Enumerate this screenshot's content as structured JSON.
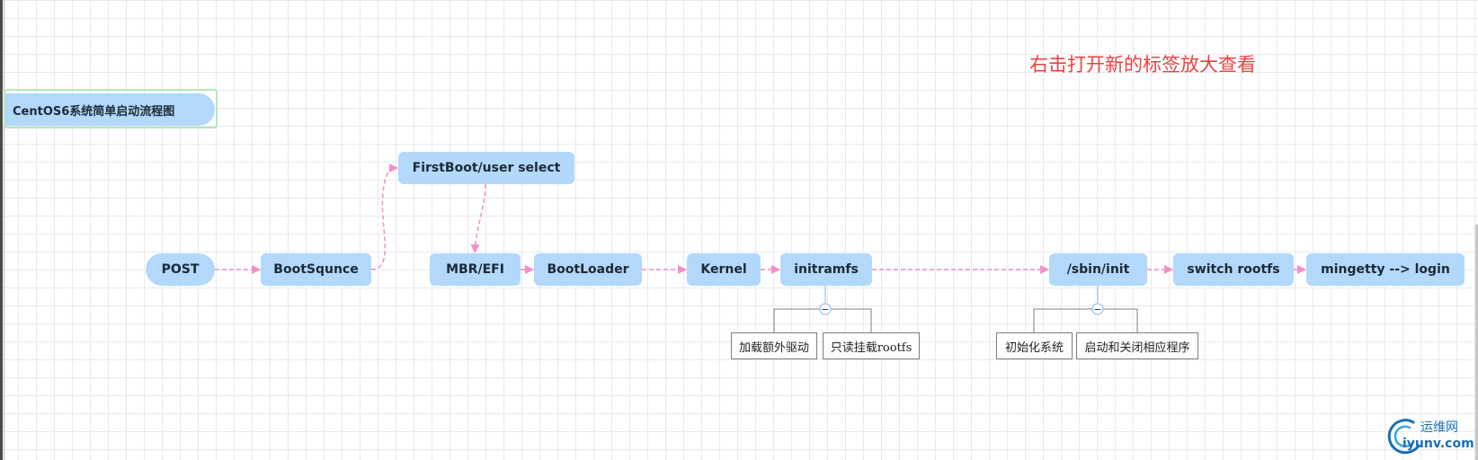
{
  "diagram": {
    "title": "CentOS6系统简单启动流程图",
    "hint": "右击打开新的标签放大查看",
    "nodes": {
      "post": "POST",
      "bootsequence": "BootSqunce",
      "firstboot": "FirstBoot/user select",
      "mbr": "MBR/EFI",
      "bootloader": "BootLoader",
      "kernel": "Kernel",
      "initramfs": "initramfs",
      "sbininit": "/sbin/init",
      "switchroot": "switch rootfs",
      "mingetty": "mingetty --> login"
    },
    "initramfs_children": [
      "加载额外驱动",
      "只读挂载rootfs"
    ],
    "init_children": [
      "初始化系统",
      "启动和关闭相应程序"
    ],
    "collapse_symbol": "−"
  },
  "watermark": {
    "name_cn": "运维网",
    "domain": "iyunv.com"
  },
  "colors": {
    "node_fill": "#b2d8fb",
    "connector": "#f48fc8",
    "hint_text": "#ef4040",
    "title_frame": "#b6e7b8"
  }
}
